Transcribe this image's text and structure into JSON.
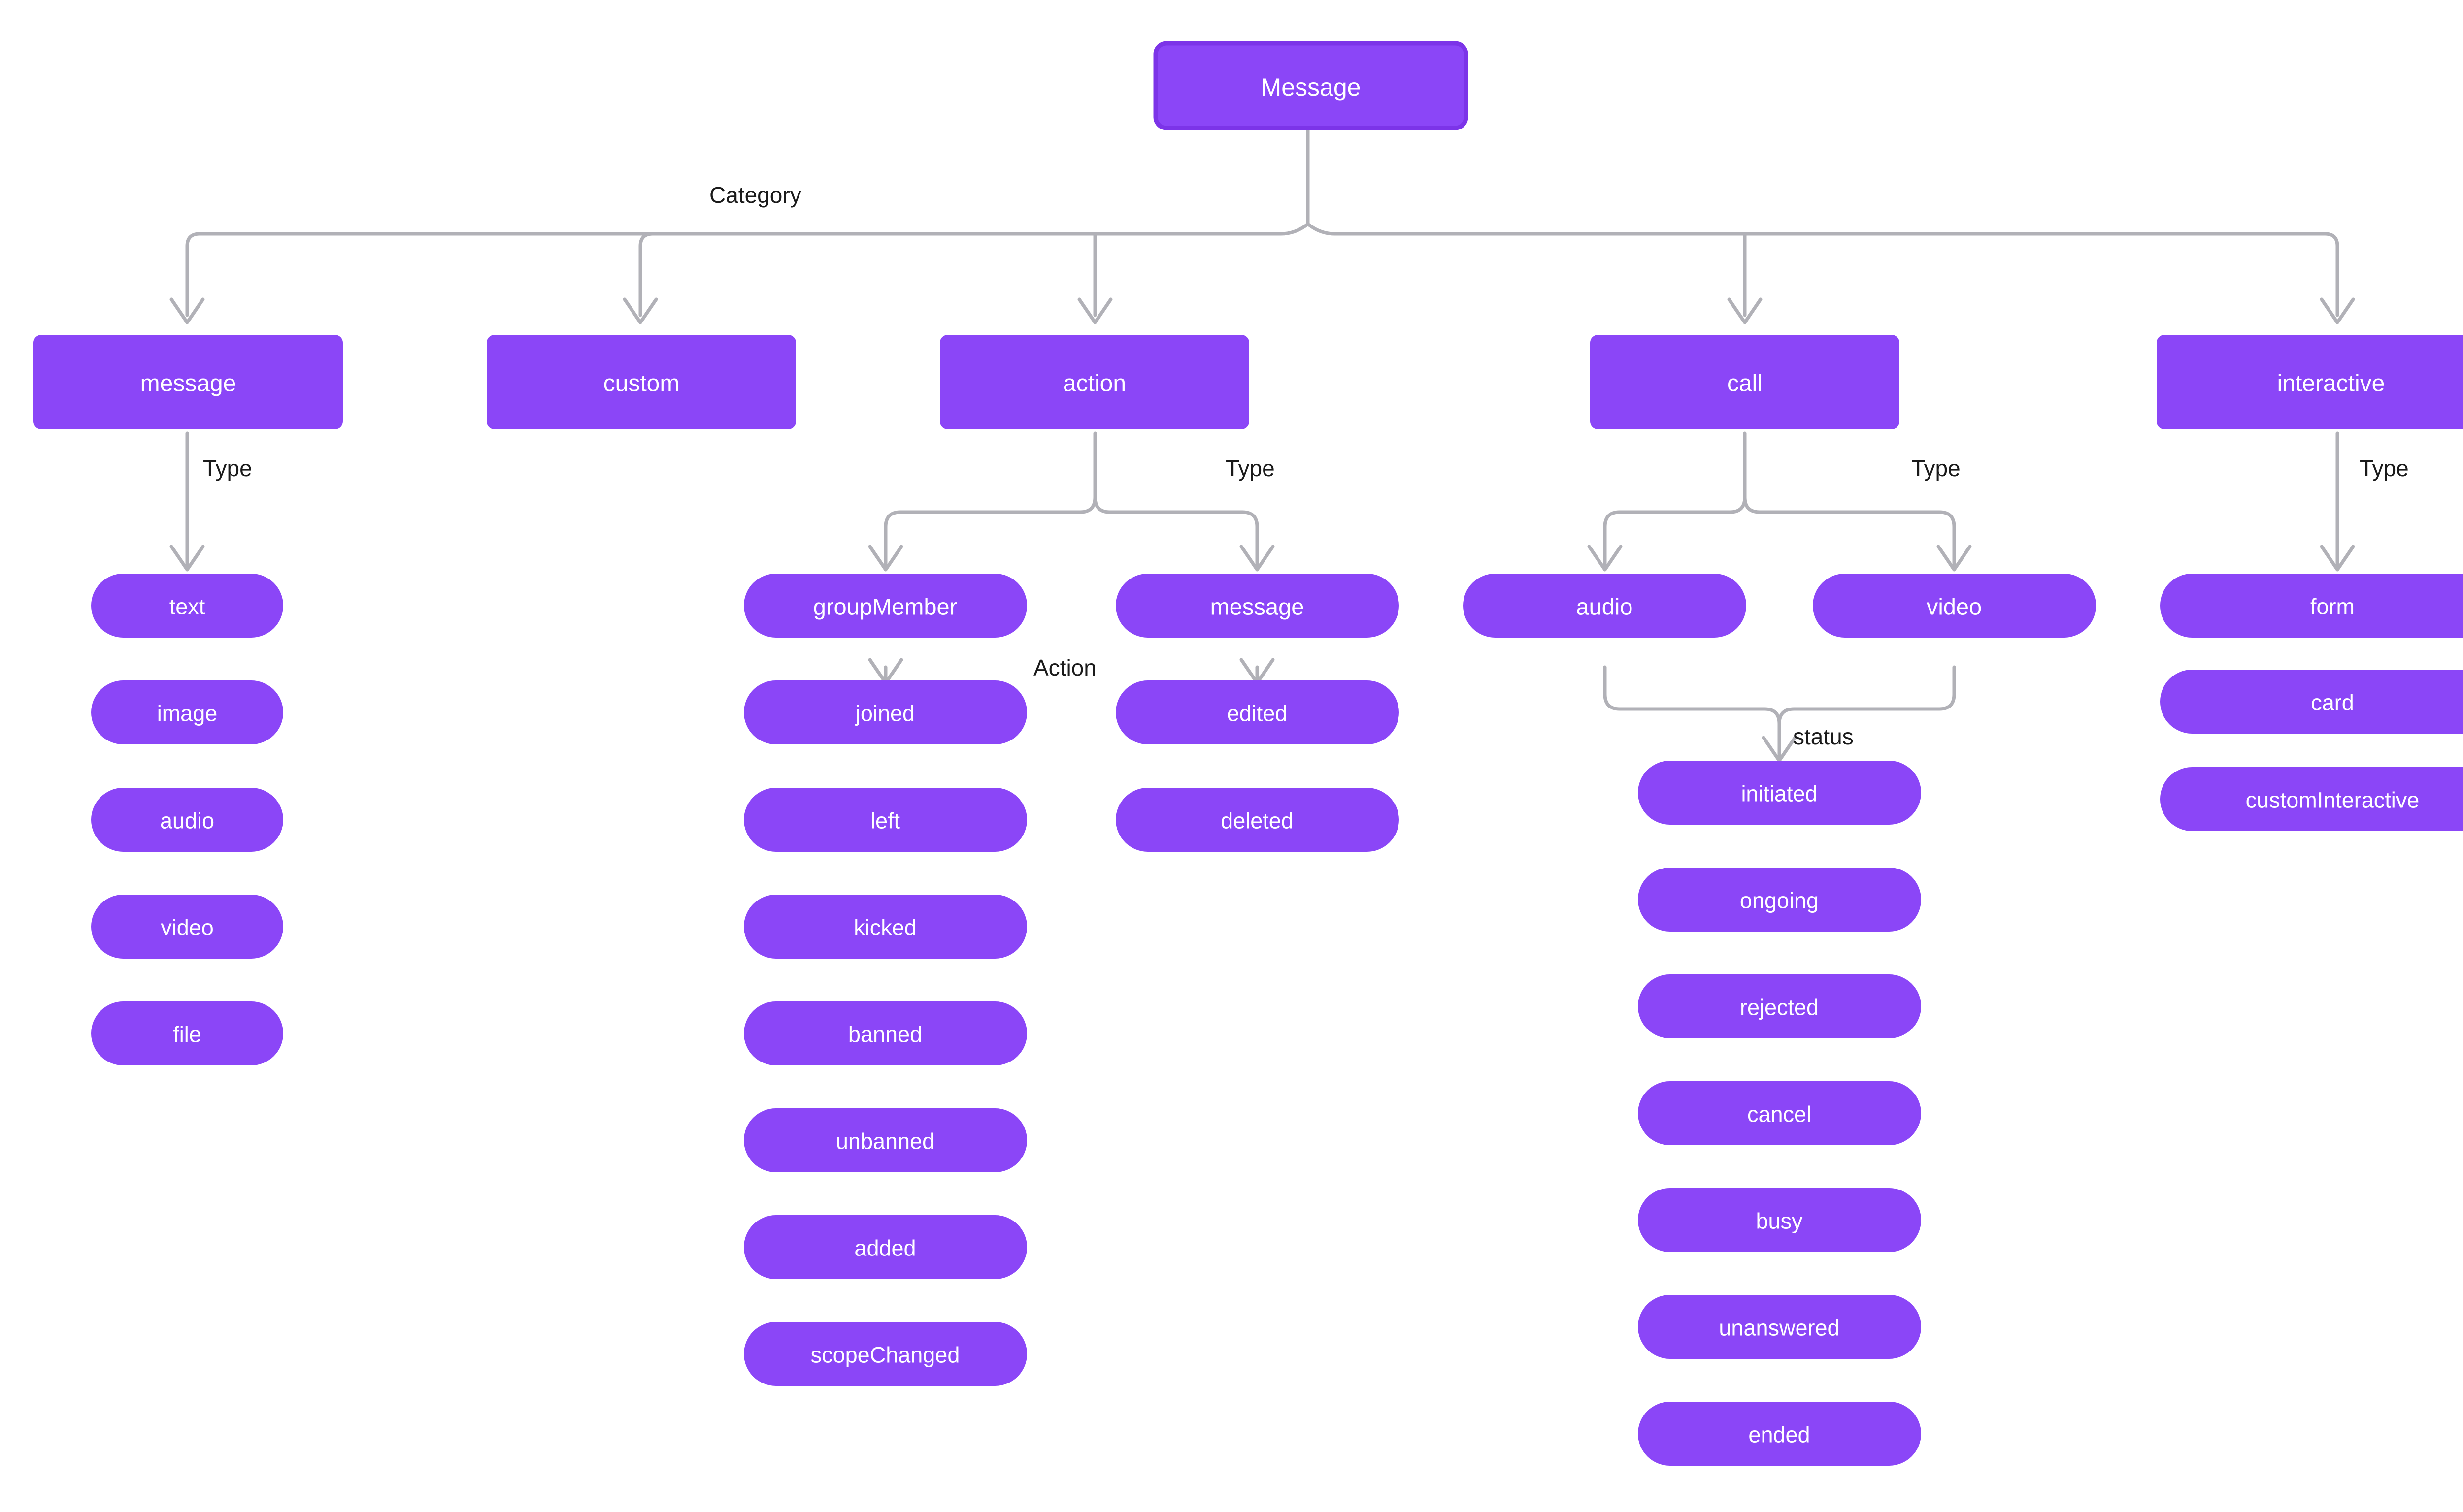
{
  "diagram": {
    "type": "flowchart",
    "direction": "top-down",
    "background_color": "#ffffff",
    "node_fill_color": "#8b46f7",
    "node_border_color": "#7c34e8",
    "node_text_color": "#ffffff",
    "edge_color": "#b1b1b7",
    "edge_label_color": "#1a1a1a",
    "root": {
      "id": "root",
      "label": "Message",
      "shape": "rounded-rect"
    },
    "edge_labels": {
      "category": "Category",
      "type": "Type",
      "action": "Action",
      "status": "status"
    },
    "levels": {
      "categories": [
        {
          "id": "cat-message",
          "label": "message",
          "shape": "rounded-rect"
        },
        {
          "id": "cat-custom",
          "label": "custom",
          "shape": "rounded-rect"
        },
        {
          "id": "cat-action",
          "label": "action",
          "shape": "rounded-rect"
        },
        {
          "id": "cat-call",
          "label": "call",
          "shape": "rounded-rect"
        },
        {
          "id": "cat-interactive",
          "label": "interactive",
          "shape": "rounded-rect"
        }
      ],
      "action_types": [
        {
          "id": "type-groupmember",
          "label": "groupMember",
          "shape": "pill"
        },
        {
          "id": "type-actionmessage",
          "label": "message",
          "shape": "pill"
        }
      ],
      "call_types": [
        {
          "id": "type-audio",
          "label": "audio",
          "shape": "pill"
        },
        {
          "id": "type-video",
          "label": "video",
          "shape": "pill"
        }
      ]
    },
    "leaves": {
      "message_types": [
        {
          "id": "leaf-text",
          "label": "text",
          "shape": "pill"
        },
        {
          "id": "leaf-image",
          "label": "image",
          "shape": "pill"
        },
        {
          "id": "leaf-audio",
          "label": "audio",
          "shape": "pill"
        },
        {
          "id": "leaf-video",
          "label": "video",
          "shape": "pill"
        },
        {
          "id": "leaf-file",
          "label": "file",
          "shape": "pill"
        }
      ],
      "groupmember_actions": [
        {
          "id": "leaf-joined",
          "label": "joined",
          "shape": "pill"
        },
        {
          "id": "leaf-left",
          "label": "left",
          "shape": "pill"
        },
        {
          "id": "leaf-kicked",
          "label": "kicked",
          "shape": "pill"
        },
        {
          "id": "leaf-banned",
          "label": "banned",
          "shape": "pill"
        },
        {
          "id": "leaf-unbanned",
          "label": "unbanned",
          "shape": "pill"
        },
        {
          "id": "leaf-added",
          "label": "added",
          "shape": "pill"
        },
        {
          "id": "leaf-scopechanged",
          "label": "scopeChanged",
          "shape": "pill"
        }
      ],
      "message_actions": [
        {
          "id": "leaf-edited",
          "label": "edited",
          "shape": "pill"
        },
        {
          "id": "leaf-deleted",
          "label": "deleted",
          "shape": "pill"
        }
      ],
      "call_statuses": [
        {
          "id": "leaf-initiated",
          "label": "initiated",
          "shape": "pill"
        },
        {
          "id": "leaf-ongoing",
          "label": "ongoing",
          "shape": "pill"
        },
        {
          "id": "leaf-rejected",
          "label": "rejected",
          "shape": "pill"
        },
        {
          "id": "leaf-cancel",
          "label": "cancel",
          "shape": "pill"
        },
        {
          "id": "leaf-busy",
          "label": "busy",
          "shape": "pill"
        },
        {
          "id": "leaf-unanswered",
          "label": "unanswered",
          "shape": "pill"
        },
        {
          "id": "leaf-ended",
          "label": "ended",
          "shape": "pill"
        }
      ],
      "interactive_types": [
        {
          "id": "leaf-form",
          "label": "form",
          "shape": "pill"
        },
        {
          "id": "leaf-card",
          "label": "card",
          "shape": "pill"
        },
        {
          "id": "leaf-custominteractive",
          "label": "customInteractive",
          "shape": "pill"
        }
      ]
    }
  }
}
